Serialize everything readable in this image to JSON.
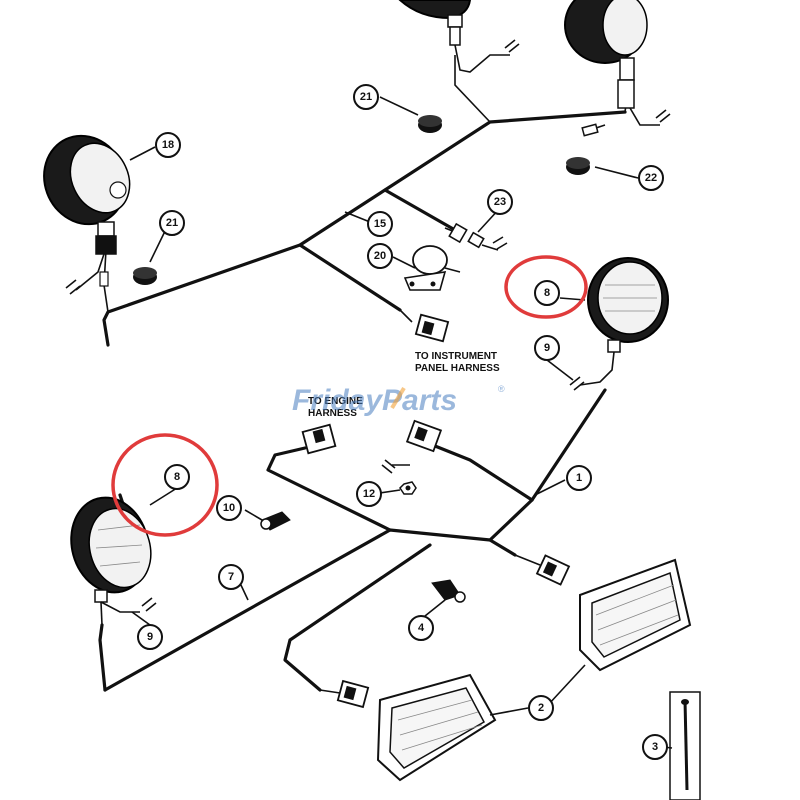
{
  "diagram": {
    "callouts": [
      "1",
      "2",
      "3",
      "4",
      "7",
      "8",
      "8",
      "9",
      "9",
      "10",
      "12",
      "15",
      "18",
      "20",
      "21",
      "21",
      "22",
      "23"
    ],
    "labels": {
      "instrument_line1": "TO INSTRUMENT",
      "instrument_line2": "PANEL HARNESS",
      "engine_line1": "TO ENGINE",
      "engine_line2": "HARNESS"
    },
    "watermark": {
      "part1": "Friday",
      "part2": "Parts",
      "mark": "®",
      "color_primary": "#4a7fc1",
      "color_accent": "#f2a23a"
    },
    "highlight_color": "#e03b3b"
  }
}
